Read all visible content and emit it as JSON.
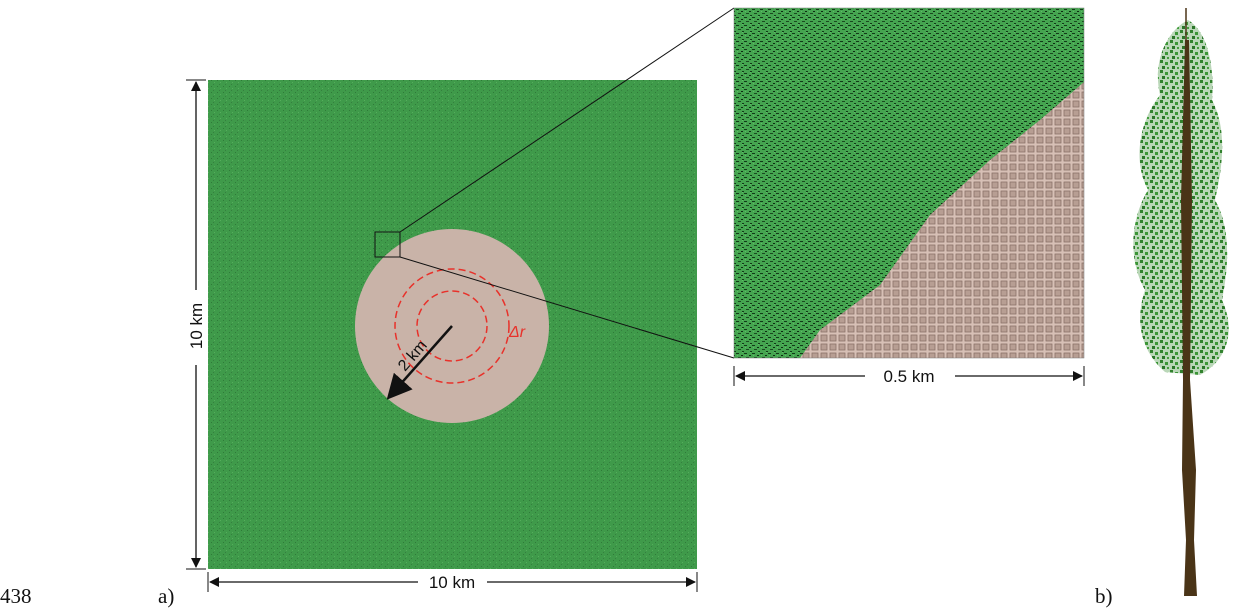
{
  "line_number": "438",
  "panel_a_label": "a)",
  "panel_b_label": "b)",
  "domain_width_label": "10 km",
  "domain_height_label": "10 km",
  "radius_label": "2 km",
  "annulus_label": "Δr",
  "zoom_width_label": "0.5 km",
  "colors": {
    "forest": "#3f9a4a",
    "clearing": "#c9b3a8",
    "annulus": "#e8312a",
    "trunk": "#4a3417",
    "foliage": "#2f7d2c"
  }
}
